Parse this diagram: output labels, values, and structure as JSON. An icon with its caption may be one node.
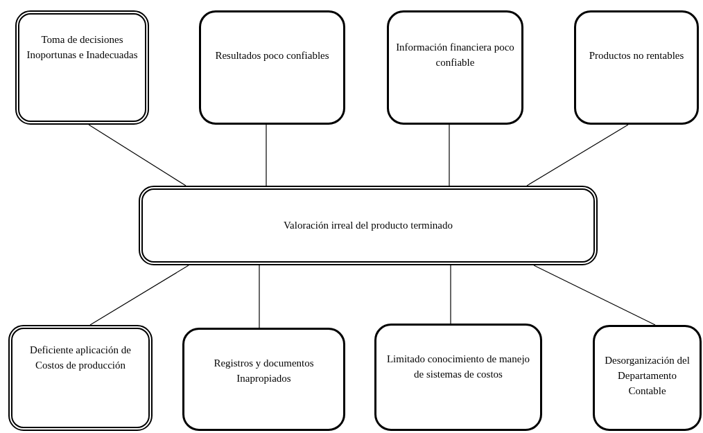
{
  "diagram": {
    "nodes": [
      {
        "text": [
          "Toma de decisiones Inoportunas  e Inadecuadas"
        ]
      },
      {
        "text": [
          "Resultados poco confiables"
        ]
      },
      {
        "text": [
          "Información financiera poco confiable"
        ]
      },
      {
        "text": [
          "Productos no rentables"
        ]
      },
      {
        "text": [
          "Valoración irreal del producto terminado"
        ]
      },
      {
        "text": [
          "Deficiente aplicación de Costos de producción"
        ]
      },
      {
        "text": [
          "Registros y documentos Inapropiados"
        ]
      },
      {
        "text": [
          "Limitado conocimiento de manejo de sistemas de costos"
        ]
      },
      {
        "text": [
          "Desorganización del Departamento Contable"
        ]
      }
    ],
    "edges": [
      {
        "from": 0,
        "to": 4,
        "arrow": "none"
      },
      {
        "from": 1,
        "to": 4,
        "arrow": "none"
      },
      {
        "from": 2,
        "to": 4,
        "arrow": "none"
      },
      {
        "from": 3,
        "to": 4,
        "arrow": "none"
      },
      {
        "from": 4,
        "to": 5,
        "arrow": "none"
      },
      {
        "from": 4,
        "to": 6,
        "arrow": "none"
      },
      {
        "from": 4,
        "to": 7,
        "arrow": "none"
      },
      {
        "from": 4,
        "to": 8,
        "arrow": "none"
      }
    ]
  }
}
